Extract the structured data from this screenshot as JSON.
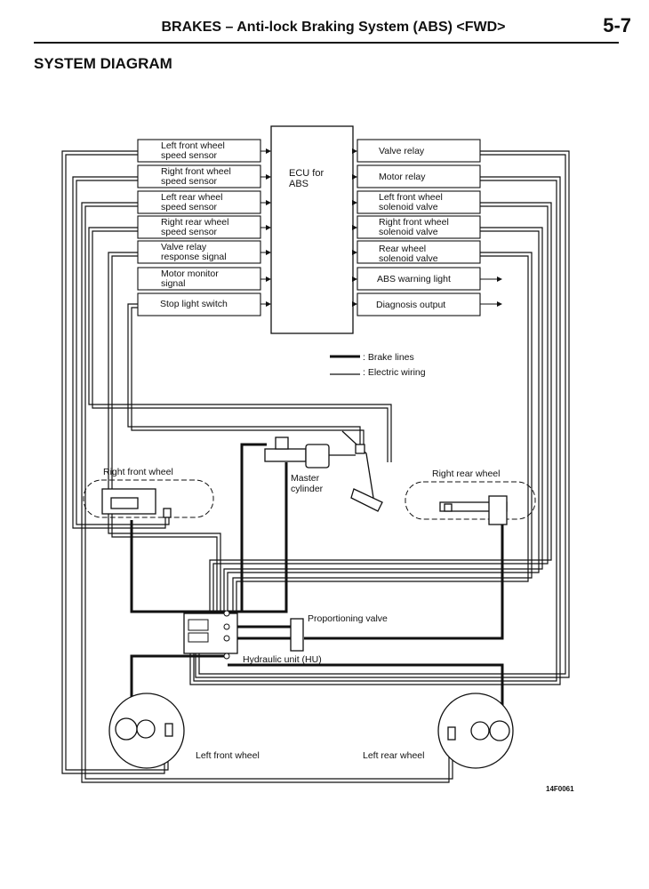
{
  "header": {
    "title": "BRAKES – Anti-lock Braking System (ABS) <FWD>",
    "page": "5-7"
  },
  "section_title": "SYSTEM DIAGRAM",
  "ecu": {
    "line1": "ECU for",
    "line2": "ABS"
  },
  "inputs": [
    {
      "line1": "Left front wheel",
      "line2": "speed sensor"
    },
    {
      "line1": "Right front wheel",
      "line2": "speed sensor"
    },
    {
      "line1": "Left rear wheel",
      "line2": "speed sensor"
    },
    {
      "line1": "Right rear wheel",
      "line2": "speed sensor"
    },
    {
      "line1": "Valve relay",
      "line2": "response signal"
    },
    {
      "line1": "Motor monitor",
      "line2": "signal"
    },
    {
      "line1": "Stop light switch",
      "line2": ""
    }
  ],
  "outputs": [
    {
      "line1": "Valve relay",
      "line2": ""
    },
    {
      "line1": "Motor relay",
      "line2": ""
    },
    {
      "line1": "Left front wheel",
      "line2": "solenoid valve"
    },
    {
      "line1": "Right front wheel",
      "line2": "solenoid valve"
    },
    {
      "line1": "Rear wheel",
      "line2": "solenoid valve"
    },
    {
      "line1": "ABS warning light",
      "line2": ""
    },
    {
      "line1": "Diagnosis output",
      "line2": ""
    }
  ],
  "legend": {
    "brake_lines": ": Brake lines",
    "electric_wiring": ": Electric wiring"
  },
  "labels": {
    "master_cylinder_1": "Master",
    "master_cylinder_2": "cylinder",
    "right_front_wheel": "Right front wheel",
    "right_rear_wheel": "Right rear wheel",
    "left_front_wheel": "Left front wheel",
    "left_rear_wheel": "Left rear wheel",
    "proportioning_valve": "Proportioning valve",
    "hydraulic_unit": "Hydraulic unit (HU)"
  },
  "figure_code": "14F0061"
}
